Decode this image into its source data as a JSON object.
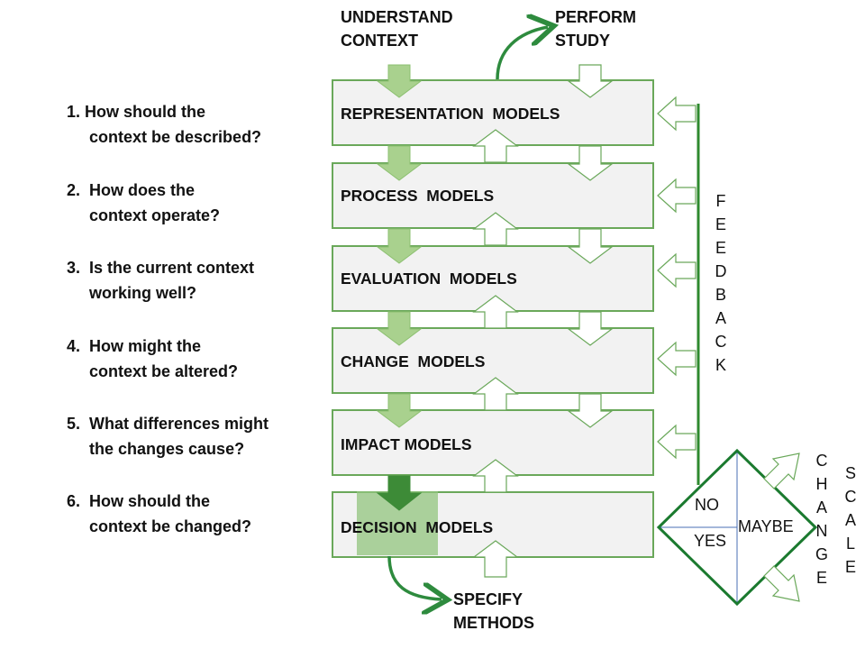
{
  "top": {
    "understand": [
      "UNDERSTAND",
      "CONTEXT"
    ],
    "perform": [
      "PERFORM",
      "STUDY"
    ]
  },
  "questions": [
    [
      "1. How should the",
      "     context be described?"
    ],
    [
      "2.  How does the",
      "     context operate?"
    ],
    [
      "3.  Is the current context",
      "     working well?"
    ],
    [
      "4.  How might the",
      "     context be altered?"
    ],
    [
      "5.  What differences might",
      "     the changes cause?"
    ],
    [
      "6.  How should the",
      "     context be changed?"
    ]
  ],
  "models": [
    "REPRESENTATION  MODELS",
    "PROCESS  MODELS",
    "EVALUATION  MODELS",
    "CHANGE  MODELS",
    "IMPACT MODELS",
    "DECISION  MODELS"
  ],
  "bottom": [
    "SPECIFY",
    "METHODS"
  ],
  "feedback": [
    "F",
    "E",
    "E",
    "D",
    "B",
    "A",
    "C",
    "K"
  ],
  "decision": {
    "no": "NO",
    "yes": "YES",
    "maybe": "MAYBE"
  },
  "change": [
    "C",
    "H",
    "A",
    "N",
    "G",
    "E"
  ],
  "scale": [
    "S",
    "C",
    "A",
    "L",
    "E"
  ],
  "colors": {
    "border": "#6aa85a",
    "arrow_light": "#a9d18e",
    "arrow_dark": "#3d8b37",
    "curve": "#2e8b3e",
    "feedback_line": "#2f8a2f",
    "box_fill": "#f2f2f2",
    "highlight": "#92c47e"
  }
}
